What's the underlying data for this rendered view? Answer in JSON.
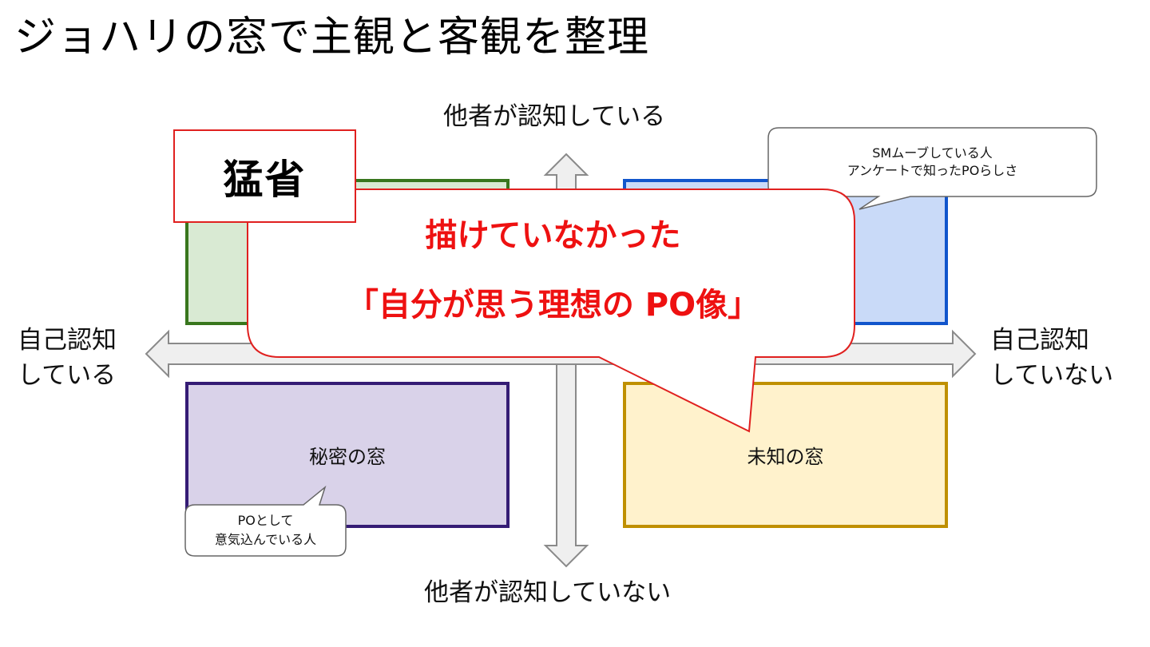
{
  "title": "ジョハリの窓で主観と客観を整理",
  "axes": {
    "top": "他者が認知している",
    "bottom": "他者が認知していない",
    "left_line1": "自己認知",
    "left_line2": "している",
    "right_line1": "自己認知",
    "right_line2": "していない"
  },
  "quadrants": {
    "open": {
      "label": "",
      "fill": "#d9ead3",
      "border": "#38761d"
    },
    "blind": {
      "label": "",
      "fill": "#c9daf8",
      "border": "#1155cc"
    },
    "hidden": {
      "label": "秘密の窓",
      "fill": "#d9d2e9",
      "border": "#351c75"
    },
    "unknown": {
      "label": "未知の窓",
      "fill": "#fff2cc",
      "border": "#bf9000"
    }
  },
  "callouts": {
    "blind_line1": "SMムーブしている人",
    "blind_line2": "アンケートで知ったPOらしさ",
    "hidden_line1": "POとして",
    "hidden_line2": "意気込んでいる人"
  },
  "reflection": {
    "heading": "猛省",
    "line1": "描けていなかった",
    "line2": "「自分が思う理想の PO像」",
    "accent": "#ee1111"
  }
}
